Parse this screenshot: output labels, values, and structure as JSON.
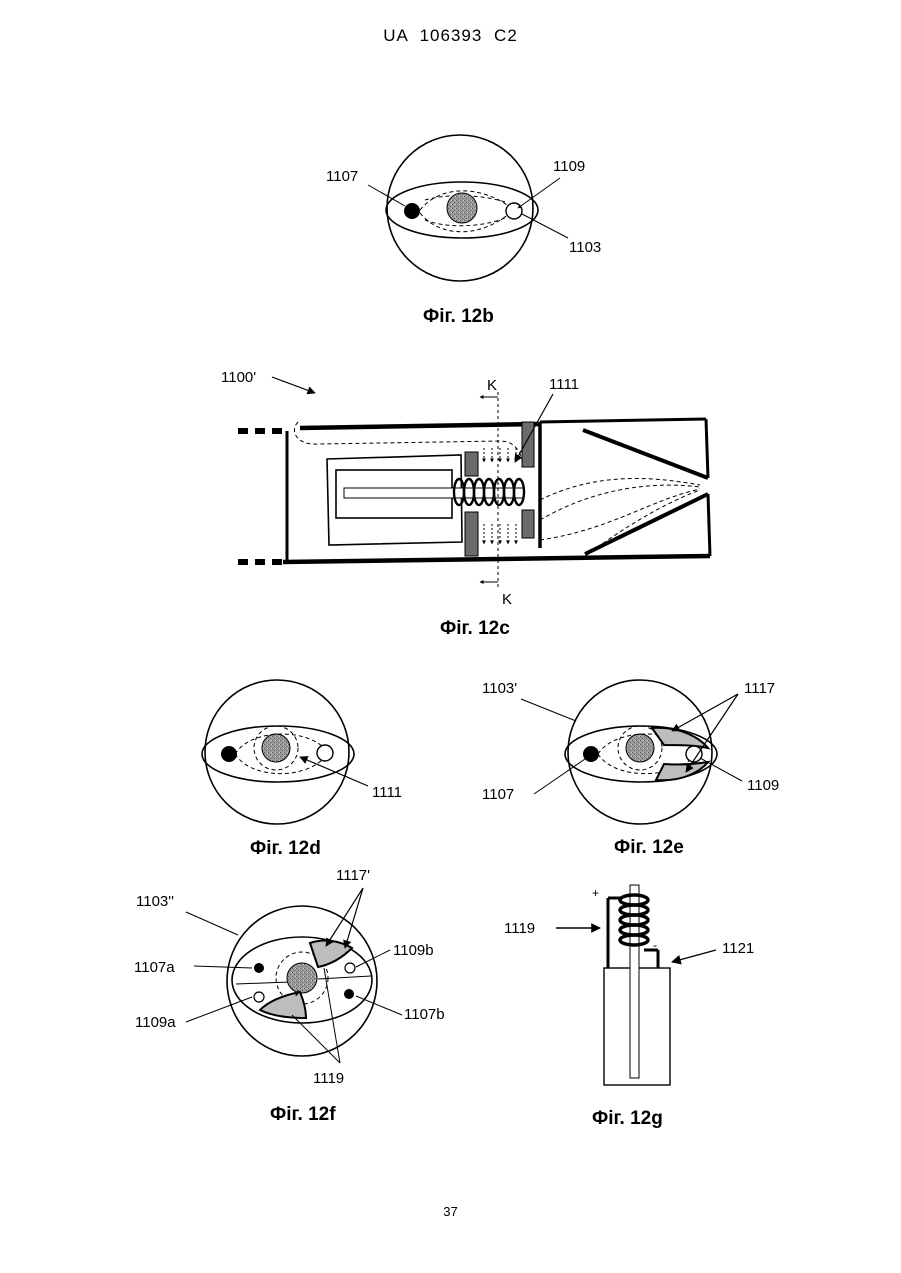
{
  "header": {
    "doc_id": "UA   106393   C2"
  },
  "page_number": "37",
  "figures": {
    "fig12b": {
      "caption": "Фіг. 12b",
      "labels": {
        "l1107": "1107",
        "l1109": "1109",
        "l1103": "1103"
      }
    },
    "fig12c": {
      "caption": "Фіг. 12c",
      "labels": {
        "l1100": "1100'",
        "l1111": "1111",
        "k_top": "K",
        "k_bottom": "K"
      }
    },
    "fig12d": {
      "caption": "Фіг. 12d",
      "labels": {
        "l1111": "1111"
      }
    },
    "fig12e": {
      "caption": "Фіг. 12e",
      "labels": {
        "l1103p": "1103'",
        "l1117": "1117",
        "l1107": "1107",
        "l1109": "1109"
      }
    },
    "fig12f": {
      "caption": "Фіг. 12f",
      "labels": {
        "l1103pp": "1103''",
        "l1117p": "1117'",
        "l1107a": "1107a",
        "l1109b": "1109b",
        "l1109a": "1109a",
        "l1107b": "1107b",
        "l1119": "1119"
      }
    },
    "fig12g": {
      "caption": "Фіг. 12g",
      "labels": {
        "plus": "+",
        "minus": "-",
        "l1119": "1119",
        "l1121": "1121"
      }
    }
  }
}
